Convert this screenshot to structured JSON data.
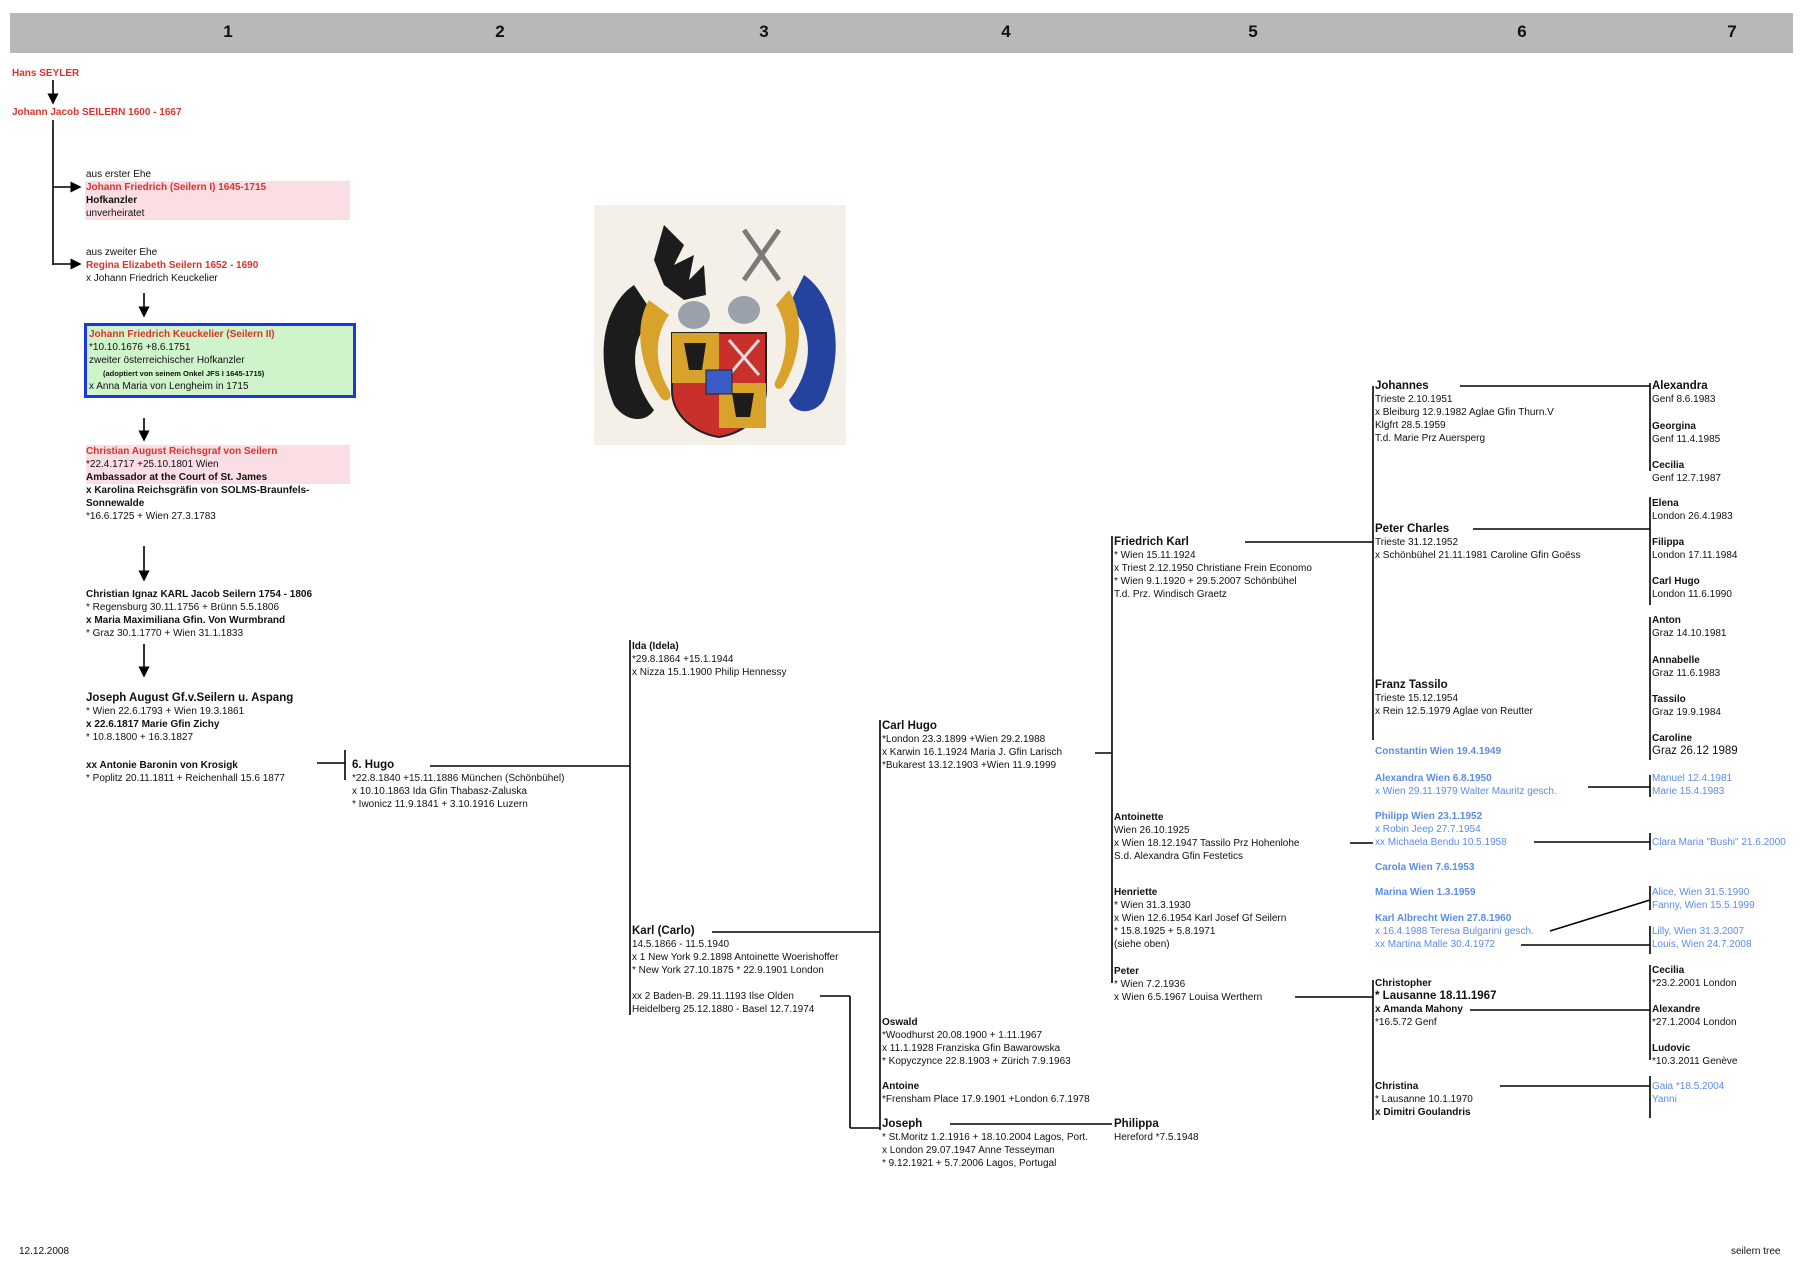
{
  "columns": [
    "1",
    "2",
    "3",
    "4",
    "5",
    "6",
    "7"
  ],
  "footer": {
    "date": "12.12.2008",
    "name": "seilern tree"
  },
  "col1": {
    "hans": "Hans SEYLER",
    "jj": "Johann Jacob SEILERN    1600 - 1667",
    "jf": [
      "aus erster Ehe",
      "Johann Friedrich (Seilern I)  1645-1715",
      "Hofkanzler",
      "unverheiratet"
    ],
    "re": [
      "aus zweiter Ehe",
      "Regina Elizabeth Seilern    1652 - 1690",
      "x Johann Friedrich Keuckelier"
    ],
    "jfk": [
      "Johann Friedrich Keuckelier (Seilern II)",
      "*10.10.1676   +8.6.1751",
      "zweiter österreichischer Hofkanzler",
      "(adoptiert von seinem Onkel JFS I   1645-1715)",
      "x Anna Maria von Lengheim        in 1715"
    ],
    "ca": [
      "Christian August  Reichsgraf von Seilern",
      "*22.4.1717   +25.10.1801 Wien",
      "Ambassador at the Court of St. James",
      "x  Karolina Reichsgräfin von SOLMS-Braunfels-",
      "Sonnewalde",
      "*16.6.1725   + Wien 27.3.1783"
    ],
    "ck": [
      "Christian Ignaz KARL Jacob Seilern    1754 - 1806",
      "* Regensburg 30.11.1756   + Brünn 5.5.1806",
      "x  Maria Maximiliana Gfin. Von Wurmbrand",
      "* Graz 30.1.1770   + Wien 31.1.1833"
    ],
    "ja": [
      "Joseph August Gf.v.Seilern u. Aspang",
      "* Wien 22.6.1793   + Wien 19.3.1861",
      "x  22.6.1817 Marie Gfin Zichy",
      "* 10.8.1800    + 16.3.1827"
    ],
    "ak": [
      "xx  Antonie Baronin von Krosigk",
      "* Poplitz 20.11.1811  + Reichenhall 15.6 1877"
    ]
  },
  "col2": {
    "hugo": [
      "6.   Hugo",
      "*22.8.1840    +15.11.1886 München (Schönbühel)",
      "x 10.10.1863 Ida Gfin Thabasz-Zaluska",
      "* Iwonicz 11.9.1841   + 3.10.1916 Luzern"
    ]
  },
  "col3": {
    "ida": [
      "Ida   (Idela)",
      "*29.8.1864   +15.1.1944",
      "x Nizza 15.1.1900    Philip Hennessy"
    ],
    "karl": [
      "Karl (Carlo)",
      "14.5.1866 -   11.5.1940",
      "x 1 New York 9.2.1898 Antoinette Woerishoffer",
      "* New York 27.10.1875   * 22.9.1901 London"
    ],
    "karl2": [
      "xx 2 Baden-B. 29.11.1193 Ilse Olden",
      "Heidelberg 25.12.1880 - Basel 12.7.1974"
    ]
  },
  "col4": {
    "carl": [
      "Carl Hugo",
      "*London 23.3.1899   +Wien 29.2.1988",
      "x Karwin 16.1.1924 Maria J. Gfin Larisch",
      "*Bukarest 13.12.1903   +Wien 11.9.1999"
    ],
    "oswald": [
      "Oswald",
      "*Woodhurst 20.08.1900    + 1.11.1967",
      "x 11.1.1928 Franziska Gfin Bawarowska",
      "* Kopyczynce 22.8.1903   + Zürich 7.9.1963"
    ],
    "antoine": [
      "Antoine",
      "*Frensham Place 17.9.1901   +London 6.7.1978"
    ],
    "joseph": [
      "Joseph",
      "* St.Moritz 1.2.1916   + 18.10.2004 Lagos, Port.",
      "x London 29.07.1947 Anne Tesseyman",
      "* 9.12.1921    + 5.7.2006 Lagos, Portugal"
    ]
  },
  "col5": {
    "fk": [
      "Friedrich Karl",
      "* Wien 15.11.1924",
      "x Triest 2.12.1950 Christiane Frein Economo",
      "* Wien 9.1.1920      + 29.5.2007 Schönbühel",
      "T.d. Prz. Windisch Graetz"
    ],
    "antoinette": [
      "Antoinette",
      "Wien 26.10.1925",
      "x Wien 18.12.1947 Tassilo Prz Hohenlohe",
      "S.d. Alexandra Gfin Festetics"
    ],
    "henriette": [
      "Henriette",
      "* Wien 31.3.1930",
      "x Wien 12.6.1954 Karl Josef Gf Seilern",
      "* 15.8.1925    + 5.8.1971",
      "(siehe oben)"
    ],
    "peter": [
      "Peter",
      "* Wien 7.2.1936",
      "x Wien 6.5.1967 Louisa Werthern"
    ],
    "philippa": [
      "Philippa",
      "Hereford  *7.5.1948"
    ]
  },
  "col6": {
    "johannes": [
      "Johannes",
      "Trieste 2.10.1951",
      "x Bleiburg 12.9.1982 Aglae Gfin Thurn.V",
      "Klgfrt 28.5.1959",
      "T.d. Marie Prz Auersperg"
    ],
    "pc": [
      "Peter Charles",
      "Trieste 31.12.1952",
      "x Schönbühel 21.11.1981 Caroline Gfin Goëss"
    ],
    "ft": [
      "Franz Tassilo",
      "Trieste 15.12.1954",
      "x Rein 12.5.1979 Aglae von Reutter"
    ],
    "constantin": "Constantin Wien 19.4.1949",
    "alexandra": [
      "Alexandra Wien 6.8.1950",
      "x Wien 29.11.1979 Walter Mauritz gesch."
    ],
    "philipp": [
      "Philipp Wien 23.1.1952",
      "x Robin Jeep  27.7.1954",
      "xx Michaela Bendu  10.5.1958"
    ],
    "carola": "Carola Wien 7.6.1953",
    "marina": "Marina Wien 1.3.1959",
    "ka": [
      "Karl Albrecht Wien 27.8.1960",
      "x 16.4.1988 Teresa Bulgarini gesch.",
      "xx  Martina Malle  30.4.1972"
    ],
    "christopher": [
      "Christopher",
      "* Lausanne 18.11.1967",
      "x Amanda Mahony",
      "*16.5.72 Genf"
    ],
    "christina": [
      "Christina",
      "* Lausanne 10.1.1970",
      "x Dimitri Goulandris"
    ]
  },
  "col7": {
    "alexandra": [
      "Alexandra",
      "Genf 8.6.1983"
    ],
    "georgina": [
      "Georgina",
      "Genf 11.4.1985"
    ],
    "cecilia": [
      "Cecilia",
      "Genf 12.7.1987"
    ],
    "elena": [
      "Elena",
      "London 26.4.1983"
    ],
    "filippa": [
      "Filippa",
      "London 17.11.1984"
    ],
    "carlhugo": [
      "Carl Hugo",
      "London 11.6.1990"
    ],
    "anton": [
      "Anton",
      "Graz 14.10.1981"
    ],
    "annabelle": [
      "Annabelle",
      "Graz 11.6.1983"
    ],
    "tassilo": [
      "Tassilo",
      "Graz 19.9.1984"
    ],
    "caroline": [
      "Caroline",
      "Graz 26.12 1989"
    ],
    "manuel": [
      "Manuel   12.4.1981",
      "Marie  15.4.1983"
    ],
    "clara": "Clara Maria \"Bushi\"  21.6.2000",
    "alice": [
      "Alice,  Wien  31.5.1990",
      "Fanny,  Wien  15.5.1999"
    ],
    "lilly": [
      "Lilly, Wien 31.3.2007",
      "Louis, Wien   24.7.2008"
    ],
    "cecilia2": [
      "Cecilia",
      "*23.2.2001 London"
    ],
    "alexandre": [
      "Alexandre",
      "*27.1.2004 London"
    ],
    "ludovic": [
      "Ludovic",
      "*10.3.2011  Genève"
    ],
    "gaia": [
      "Gaia   *18.5.2004",
      "Yanni"
    ]
  }
}
